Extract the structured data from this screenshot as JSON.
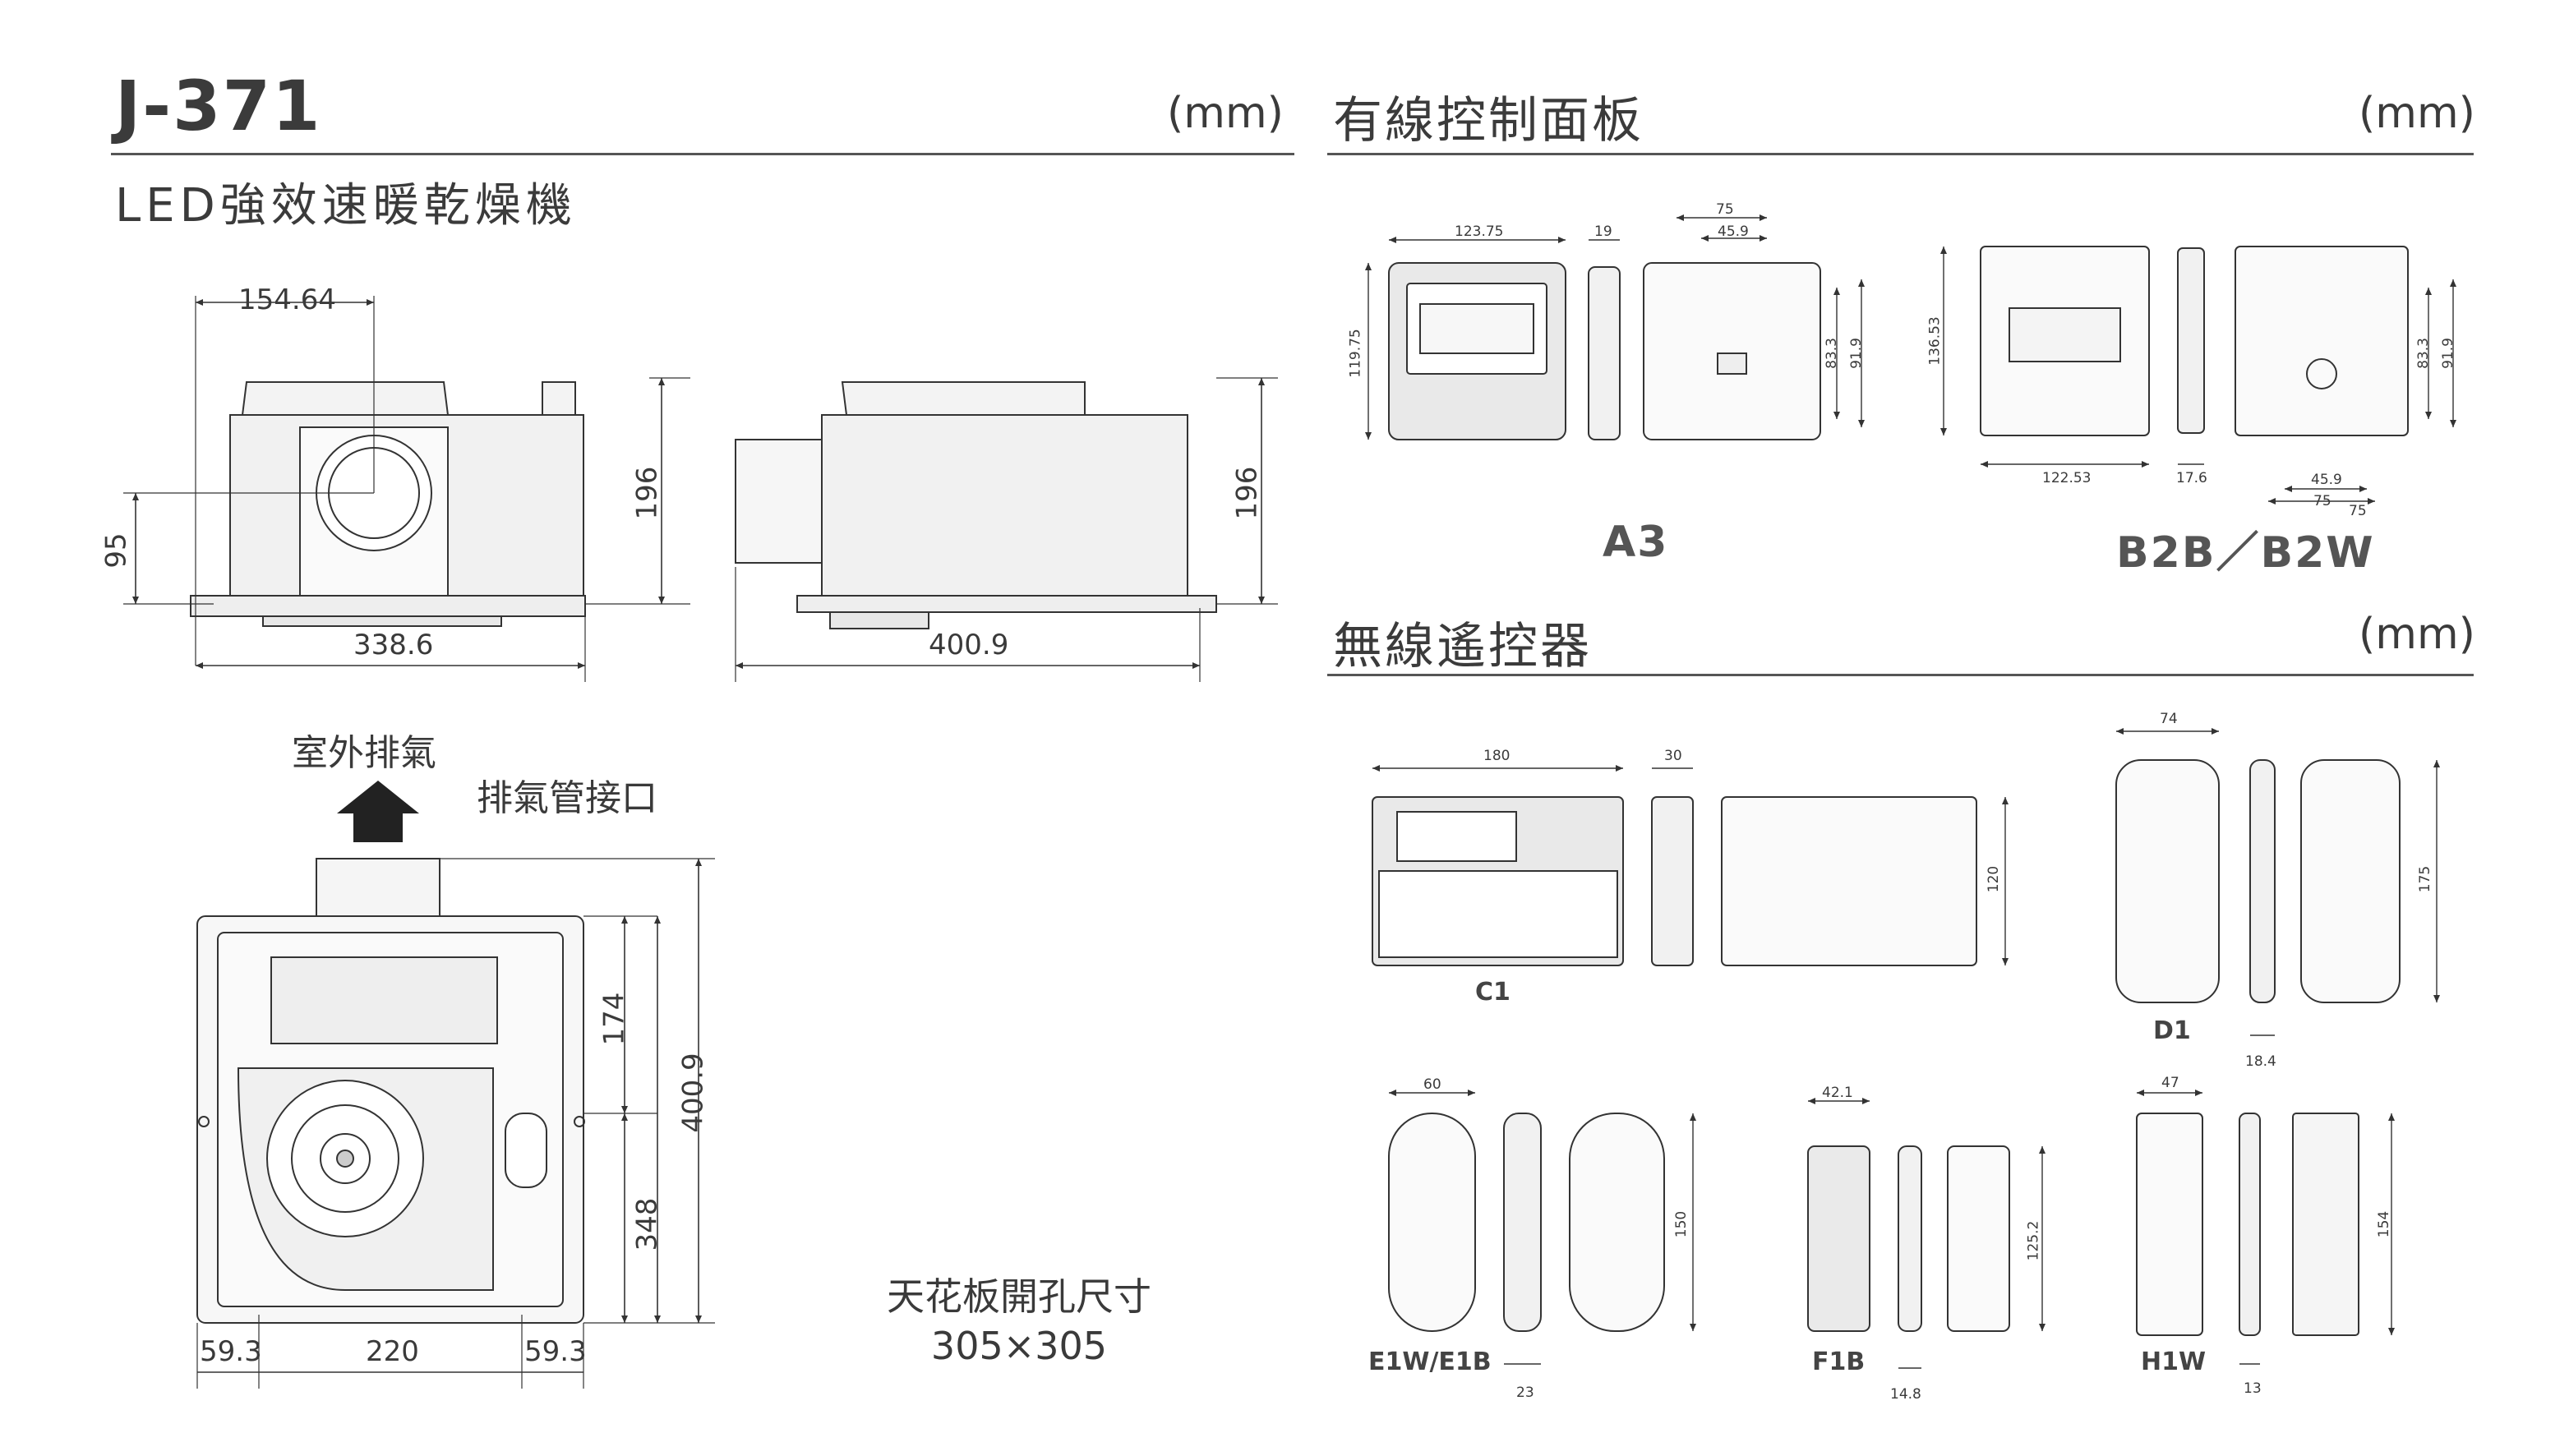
{
  "main": {
    "model": "J-371",
    "subtitle": "LED強效速暖乾燥機",
    "unit": "(mm)",
    "dims": {
      "front_hole_x": "154.64",
      "front_hole_y": "95",
      "front_height": "196",
      "front_width": "338.6",
      "side_height": "196",
      "side_width": "400.9"
    },
    "exhaust_outdoor": "室外排氣",
    "exhaust_port": "排氣管接口",
    "bottom": {
      "upper": "174",
      "total": "400.9",
      "lower": "348",
      "left": "59.3",
      "center": "220",
      "right": "59.3"
    },
    "ceiling_cutout_label": "天花板開孔尺寸",
    "ceiling_cutout_size": "305×305"
  },
  "wired": {
    "title": "有線控制面板",
    "unit": "(mm)",
    "a3": {
      "name": "A3",
      "width": "123.75",
      "height": "119.75",
      "depth": "19",
      "hole_outer": "75",
      "hole_inner": "45.9",
      "hole_v1": "83.3",
      "hole_v2": "91.9"
    },
    "b2b": {
      "name": "B2B／B2W",
      "width": "122.53",
      "height": "136.53",
      "depth": "17.6",
      "hole_inner": "45.9",
      "hole_mid": "75",
      "hole_outer": "75",
      "hole_v1": "83.3",
      "hole_v2": "91.9"
    }
  },
  "wireless": {
    "title": "無線遙控器",
    "unit": "(mm)",
    "c1": {
      "name": "C1",
      "width": "180",
      "depth": "30",
      "height": "120"
    },
    "d1": {
      "name": "D1",
      "width": "74",
      "height": "175",
      "depth": "18.4"
    },
    "e1w": {
      "name": "E1W/E1B",
      "width": "60",
      "height": "150",
      "depth": "23"
    },
    "f1b": {
      "name": "F1B",
      "width": "42.1",
      "height": "125.2",
      "depth": "14.8"
    },
    "h1w": {
      "name": "H1W",
      "width": "47",
      "height": "154",
      "depth": "13"
    }
  }
}
